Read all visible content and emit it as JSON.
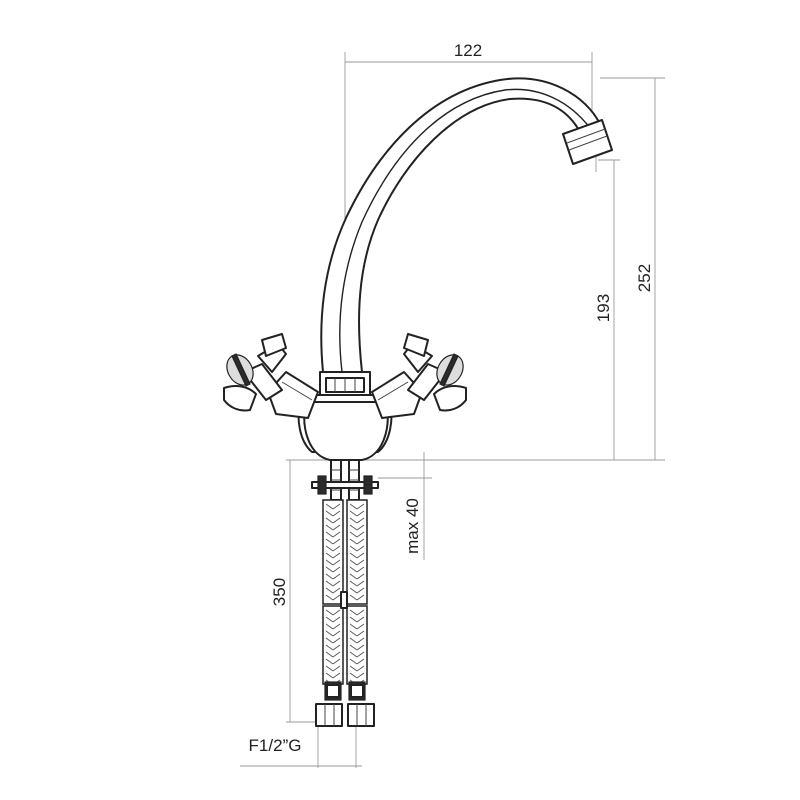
{
  "dimensions": {
    "spout_reach": "122",
    "total_height": "252",
    "spout_height": "193",
    "max_mount": "max 40",
    "hose_length": "350",
    "connection": "F1/2”G"
  }
}
